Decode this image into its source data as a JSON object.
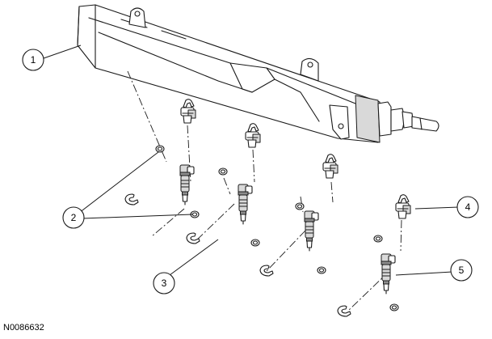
{
  "figure": {
    "id": "N0086632",
    "callouts": [
      "1",
      "2",
      "3",
      "4",
      "5"
    ]
  }
}
